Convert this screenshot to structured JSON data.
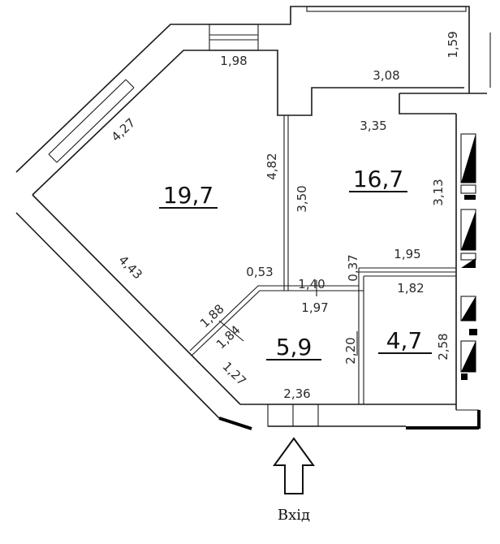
{
  "plan": {
    "rooms": [
      {
        "area": "19,7"
      },
      {
        "area": "16,7"
      },
      {
        "area": "5,9"
      },
      {
        "area": "4,7"
      }
    ],
    "dimensions": [
      "1,98",
      "4,27",
      "4,82",
      "4,43",
      "0,53",
      "1,88",
      "1,84",
      "1,27",
      "3,08",
      "1,59",
      "3,35",
      "3,50",
      "3,13",
      "1,95",
      "0,37",
      "1,40",
      "1,97",
      "1,82",
      "2,20",
      "2,58",
      "2,36"
    ],
    "entrance_label": "Вхід"
  }
}
